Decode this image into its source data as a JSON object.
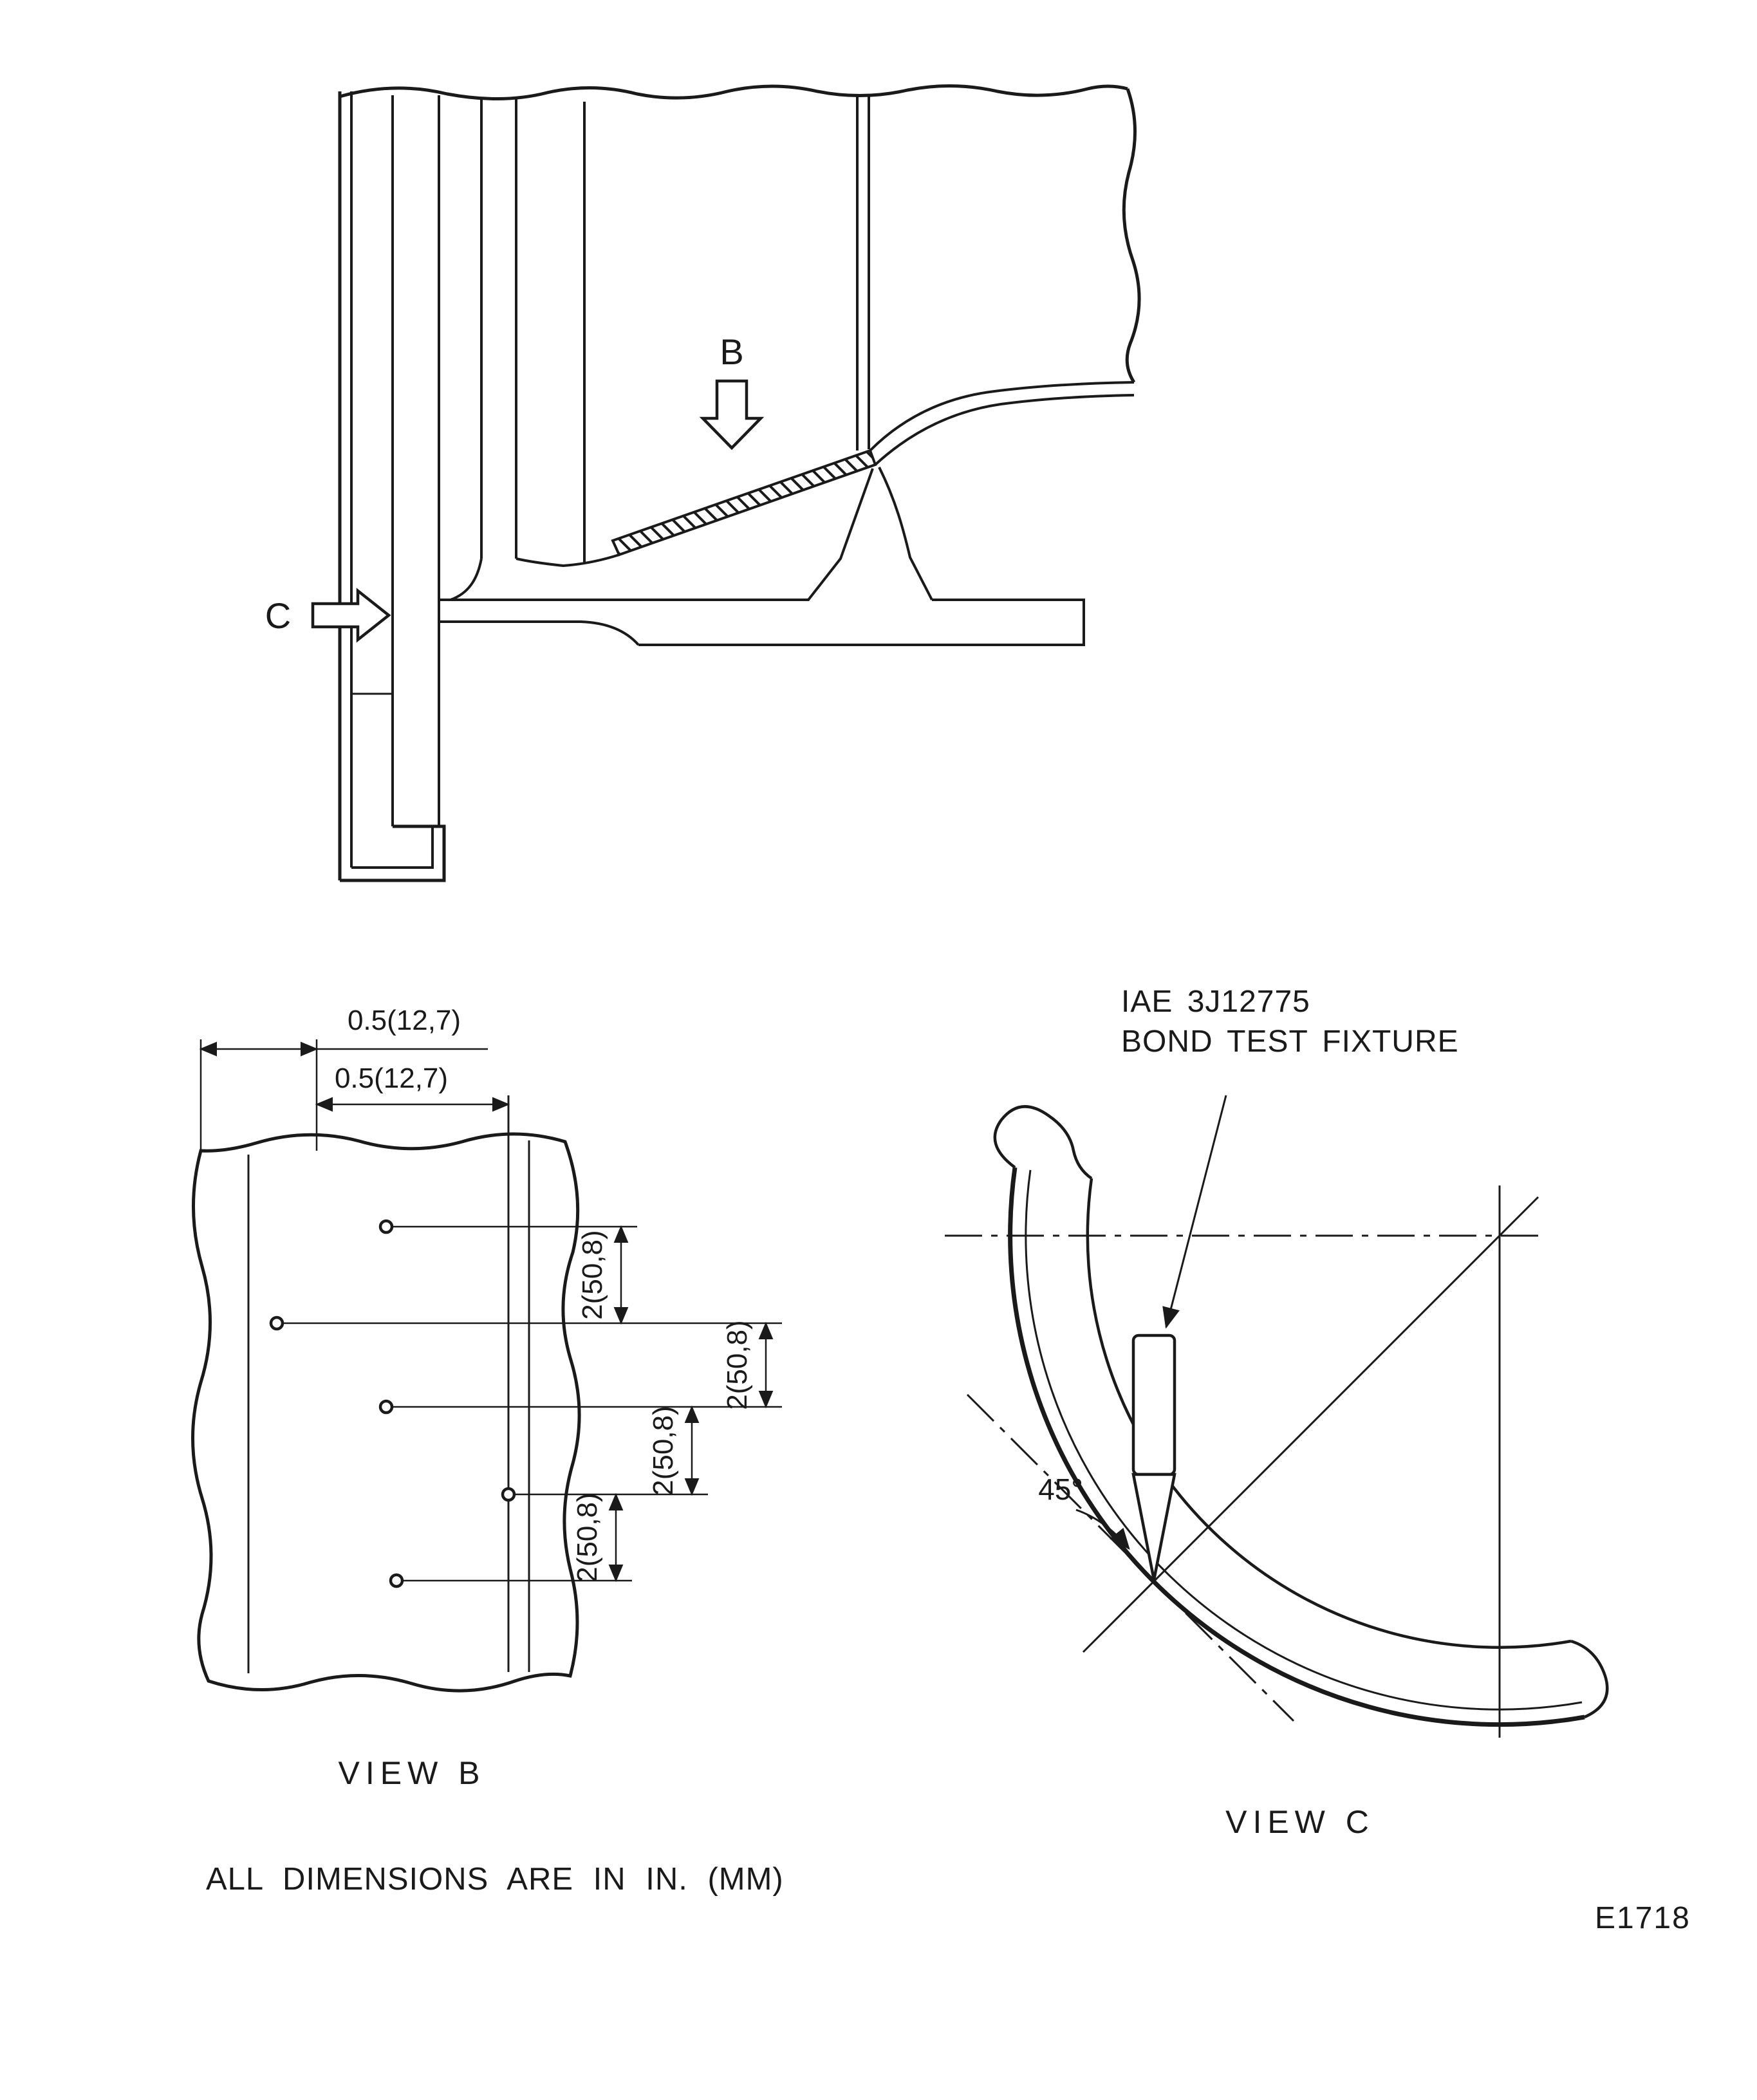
{
  "figure": {
    "note": "ALL DIMENSIONS ARE IN IN. (MM)",
    "code": "E1718"
  },
  "section": {
    "view_b_arrow_label": "B",
    "view_c_arrow_label": "C"
  },
  "view_b": {
    "title": "VIEW B",
    "offset_dims": [
      "0.5(12,7)",
      "0.5(12,7)"
    ],
    "spacing_dims": [
      "2(50,8)",
      "2(50,8)",
      "2(50,8)",
      "2(50,8)"
    ]
  },
  "view_c": {
    "title": "VIEW C",
    "fixture_label_line1": "IAE 3J12775",
    "fixture_label_line2": "BOND TEST FIXTURE",
    "angle_label": "45°"
  },
  "colors": {
    "ink": "#1a1a1a",
    "paper": "#ffffff"
  }
}
